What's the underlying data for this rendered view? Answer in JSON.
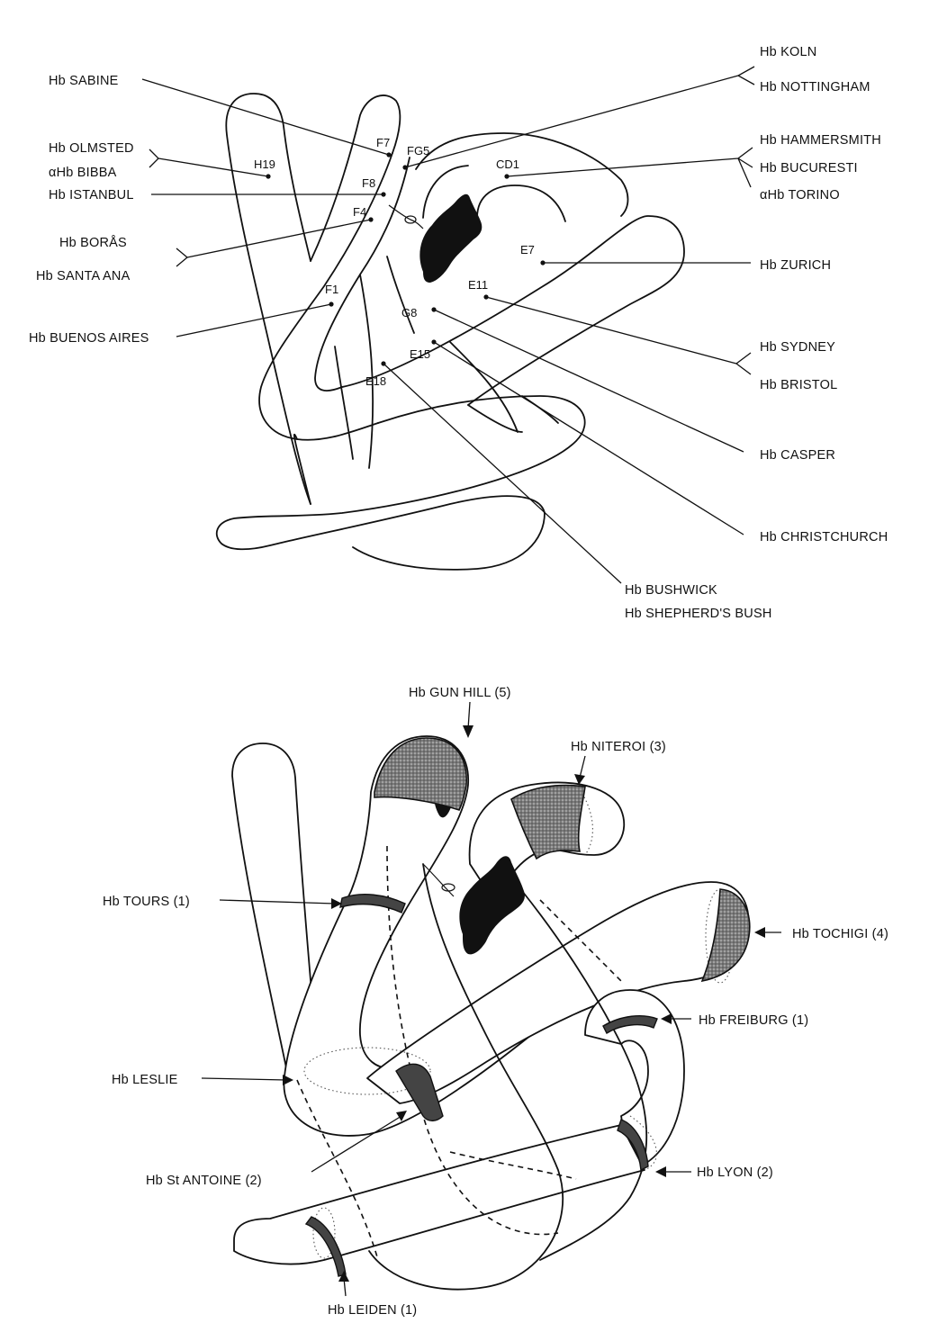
{
  "top_panel": {
    "residues": [
      "H19",
      "F7",
      "FG5",
      "CD1",
      "F8",
      "F4",
      "E7",
      "E11",
      "F1",
      "G8",
      "E15",
      "E18"
    ],
    "labels_left": {
      "sabine": "Hb SABINE",
      "olmsted": "Hb OLMSTED",
      "bibba": "αHb BIBBA",
      "istanbul": "Hb ISTANBUL",
      "boras": "Hb BORÅS",
      "santa_ana": "Hb SANTA ANA",
      "buenos_aires": "Hb BUENOS AIRES"
    },
    "labels_right": {
      "koln": "Hb KOLN",
      "nottingham": "Hb NOTTINGHAM",
      "hammersmith": "Hb HAMMERSMITH",
      "bucuresti": "Hb BUCURESTI",
      "torino": "αHb TORINO",
      "zurich": "Hb ZURICH",
      "sydney": "Hb SYDNEY",
      "bristol": "Hb BRISTOL",
      "casper": "Hb CASPER",
      "christchurch": "Hb CHRISTCHURCH"
    },
    "labels_bottom": {
      "bushwick": "Hb BUSHWICK",
      "shepherds_bush": "Hb SHEPHERD'S BUSH"
    }
  },
  "bottom_panel": {
    "labels": {
      "gun_hill": "Hb GUN HILL (5)",
      "niteroi": "Hb NITEROI (3)",
      "tours": "Hb TOURS (1)",
      "tochigi": "Hb TOCHIGI (4)",
      "freiburg": "Hb FREIBURG (1)",
      "leslie": "Hb LESLIE",
      "st_antoine": "Hb St ANTOINE (2)",
      "lyon": "Hb LYON (2)",
      "leiden": "Hb LEIDEN (1)"
    }
  }
}
